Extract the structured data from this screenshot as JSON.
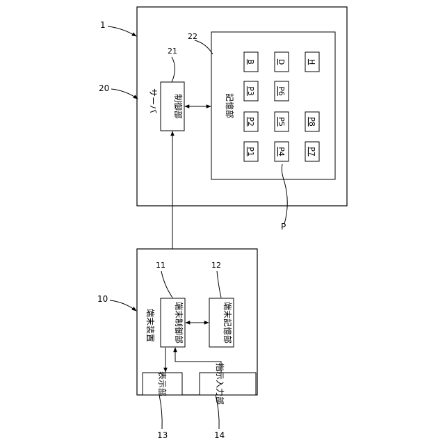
{
  "server": {
    "ref": "1",
    "label_ref": "20",
    "title": "サーバ",
    "control": {
      "ref": "21",
      "label": "制御部"
    },
    "storage": {
      "ref": "22",
      "label": "記憶部",
      "pointer_ref": "P",
      "pages": [
        {
          "id": "B"
        },
        {
          "id": "D"
        },
        {
          "id": "H"
        },
        {
          "id": "P3"
        },
        {
          "id": "P6"
        },
        {
          "id": "P2"
        },
        {
          "id": "P5"
        },
        {
          "id": "P8"
        },
        {
          "id": "P1"
        },
        {
          "id": "P4"
        },
        {
          "id": "P7"
        }
      ]
    }
  },
  "terminal": {
    "ref": "10",
    "title": "端末装置",
    "control": {
      "ref": "11",
      "label": "端末制御部"
    },
    "storage": {
      "ref": "12",
      "label": "端末記憶部"
    },
    "display": {
      "ref": "13",
      "label": "表示部"
    },
    "input": {
      "ref": "14",
      "label": "指示入力部"
    }
  }
}
